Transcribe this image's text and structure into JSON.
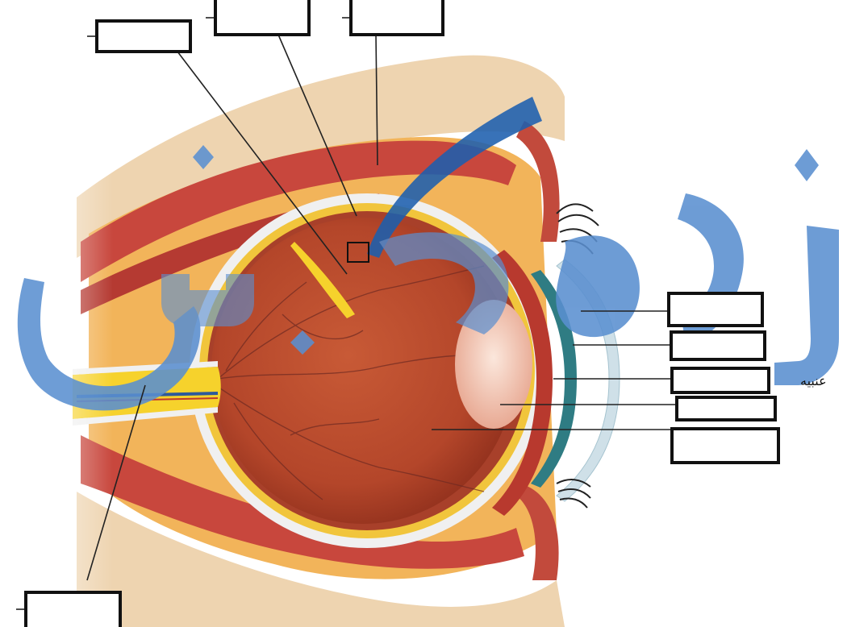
{
  "diagram": {
    "labels": [
      {
        "id": "top-left",
        "text": ""
      },
      {
        "id": "top-center",
        "text": ""
      },
      {
        "id": "top-right",
        "text": ""
      },
      {
        "id": "right-1",
        "text": ""
      },
      {
        "id": "right-2",
        "text": ""
      },
      {
        "id": "right-3",
        "text": ""
      },
      {
        "id": "right-4",
        "text": ""
      },
      {
        "id": "right-5",
        "text": ""
      },
      {
        "id": "bottom-left",
        "text": ""
      }
    ],
    "side_label": "عنبیه"
  },
  "colors": {
    "bone": "#efd7b6",
    "muscle": "#c8473d",
    "fat": "#f2b45a",
    "eyeball": "#b84b2c",
    "nerve": "#f6d22c",
    "lens": "#f6d0c0",
    "cornea": "#cfe0e8",
    "watermark": "#5a8fd0",
    "watermark_bar": "#1c5fae"
  }
}
